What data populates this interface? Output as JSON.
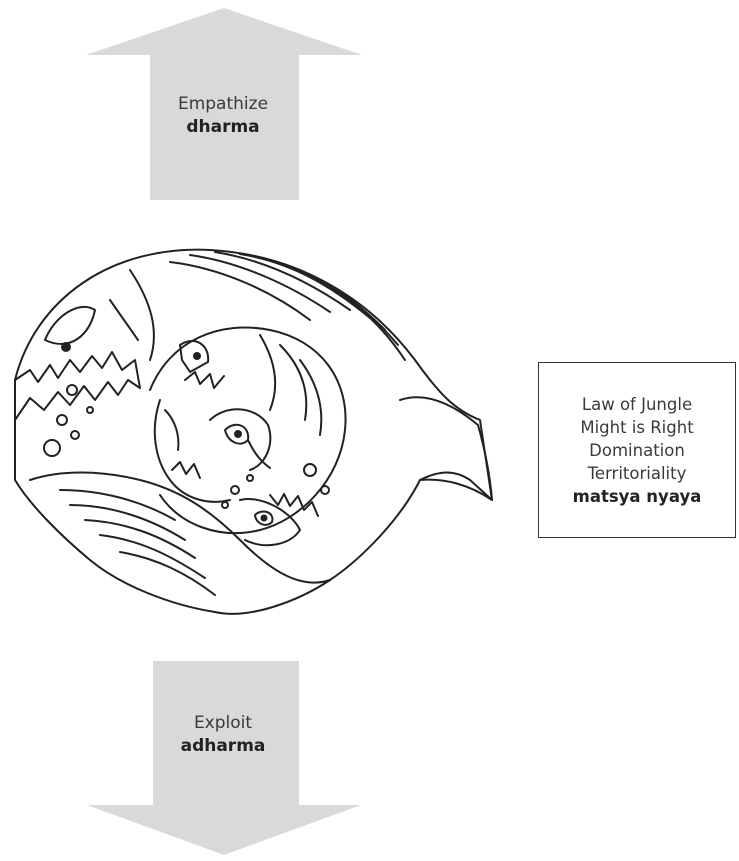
{
  "colors": {
    "arrow_fill": "#d9d9d9",
    "line": "#222222",
    "background": "#ffffff"
  },
  "up_arrow": {
    "label": "Empathize",
    "term": "dharma"
  },
  "down_arrow": {
    "label": "Exploit",
    "term": "adharma"
  },
  "law_box": {
    "lines": [
      "Law of Jungle",
      "Might is Right",
      "Domination",
      "Territoriality"
    ],
    "term": "matsya nyaya"
  },
  "illustration": {
    "icon": "fish-eating-fish-circle-icon"
  }
}
